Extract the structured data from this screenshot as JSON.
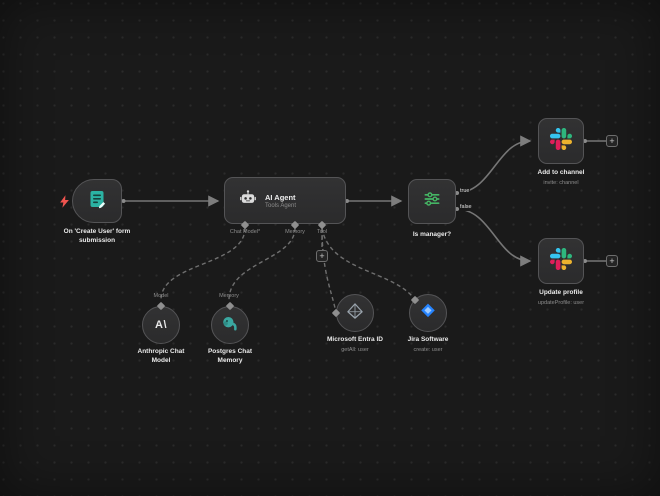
{
  "colors": {
    "canvas_bg": "#1a1a1a",
    "node_bg": "#2e2e2f",
    "node_border": "#545456",
    "wire": "#767676",
    "form_teal": "#2bb3a3",
    "trigger_bolt_red": "#f0544f",
    "filter_green": "#45b564",
    "jira_blue": "#2684FF",
    "slack_blue": "#36C5F0",
    "slack_green": "#2EB67D",
    "slack_yellow": "#ECB22E",
    "slack_pink": "#E01E5A"
  },
  "nodes": {
    "form_trigger": {
      "label_line1": "On 'Create User' form",
      "label_line2": "submission"
    },
    "ai_agent": {
      "title": "AI Agent",
      "subtitle": "Tools Agent",
      "ports": {
        "chat_model": "Chat Model*",
        "memory": "Memory",
        "tool": "Tool"
      }
    },
    "if_node": {
      "label": "Is manager?",
      "output_true": "true",
      "output_false": "false"
    },
    "slack_add": {
      "label": "Add to channel",
      "subtitle": "invite: channel"
    },
    "slack_update": {
      "label": "Update profile",
      "subtitle": "updateProfile: user"
    },
    "anthropic": {
      "port_label": "Model",
      "label_line1": "Anthropic Chat",
      "label_line2": "Model",
      "logo_text": "A\\"
    },
    "postgres": {
      "port_label": "Memory",
      "label_line1": "Postgres Chat",
      "label_line2": "Memory"
    },
    "entra": {
      "label": "Microsoft Entra ID",
      "subtitle": "getAll: user"
    },
    "jira": {
      "label": "Jira Software",
      "subtitle": "create: user"
    }
  },
  "ui": {
    "plus": "+"
  }
}
